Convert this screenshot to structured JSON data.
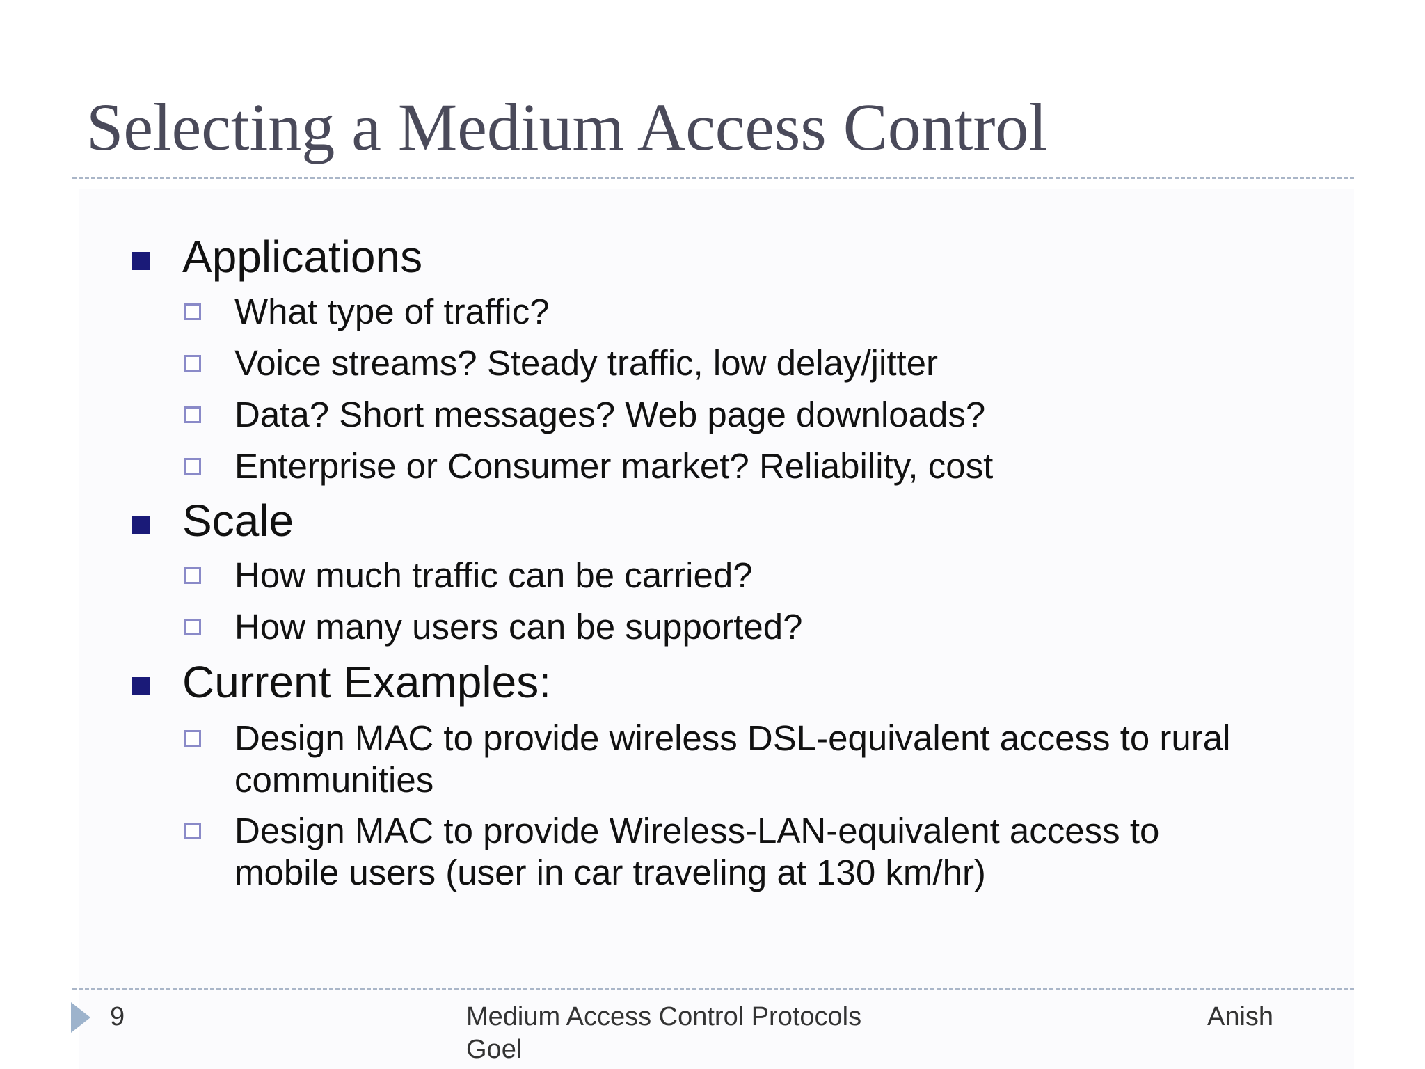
{
  "slide": {
    "title": "Selecting a Medium Access Control",
    "sections": [
      {
        "heading": "Applications",
        "items": [
          "What type of traffic?",
          "Voice streams?  Steady traffic, low delay/jitter",
          "Data?  Short messages?  Web page downloads?",
          "Enterprise or Consumer market?  Reliability, cost"
        ]
      },
      {
        "heading": "Scale",
        "items": [
          "How much traffic can be carried?",
          "How many users can be supported?"
        ]
      },
      {
        "heading": "Current Examples:",
        "items": [
          {
            "line1": "Design MAC to provide wireless DSL-equivalent access to rural",
            "line2": "communities"
          },
          {
            "line1": "Design MAC to provide Wireless-LAN-equivalent access to",
            "line2": "mobile users (user in car traveling at 130 km/hr)"
          }
        ]
      }
    ]
  },
  "footer": {
    "page_number": "9",
    "center_line1": "Medium Access Control Protocols",
    "center_line2": "Goel",
    "author": "Anish"
  },
  "icons": {
    "level1_bullet": "filled-square-icon",
    "level2_bullet": "hollow-square-icon",
    "footer_marker": "triangle-right-icon"
  },
  "colors": {
    "title": "#4a4a5a",
    "level1_bullet": "#1a1a78",
    "level2_bullet": "#8a8ac8",
    "rule": "#aab6c8",
    "footer_marker": "#9db3cc"
  }
}
